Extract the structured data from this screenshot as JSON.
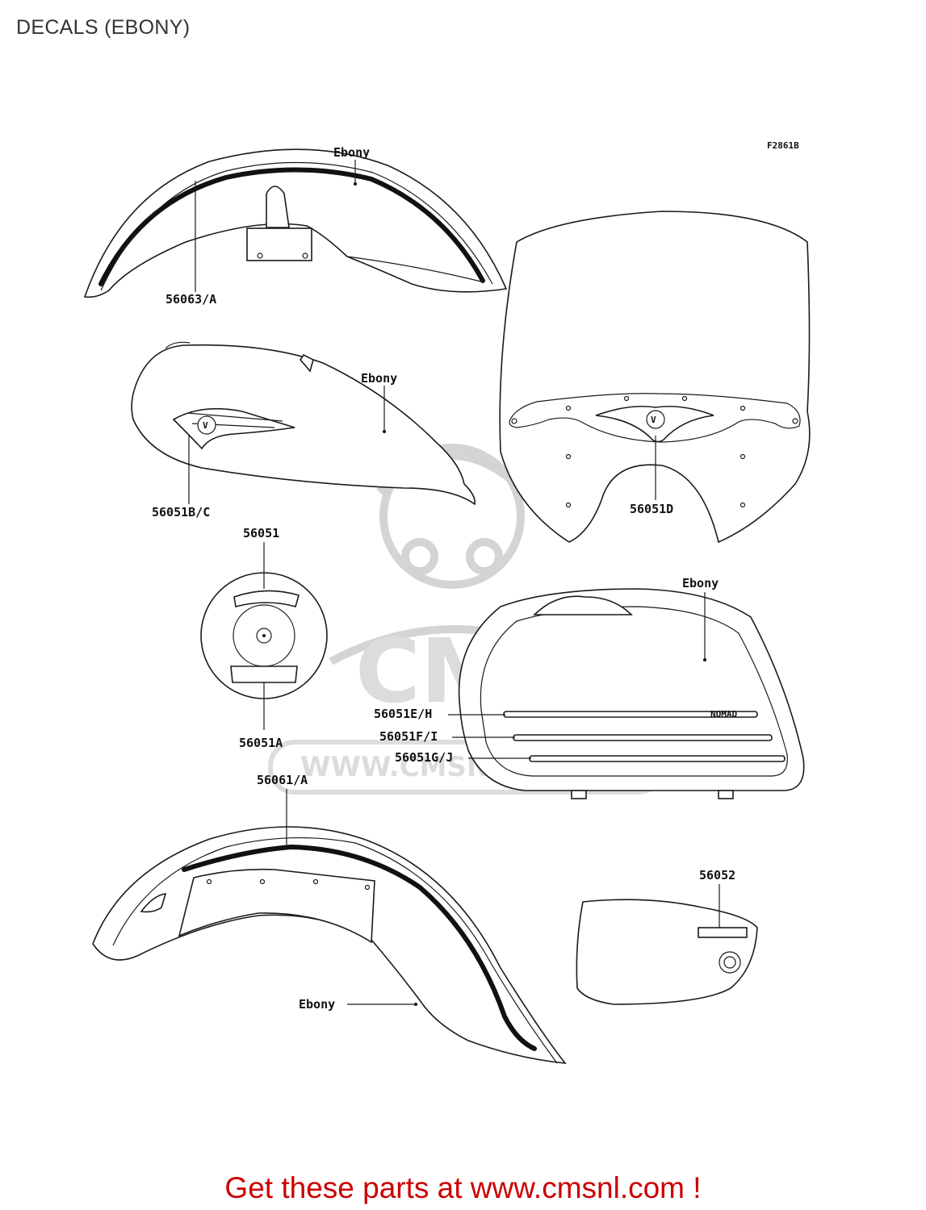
{
  "title": "DECALS (EBONY)",
  "figure_code": "F2861B",
  "labels": {
    "front_fender_color": "Ebony",
    "front_fender_part": "56063/A",
    "tank_color": "Ebony",
    "tank_part": "56051B/C",
    "windshield_part": "56051D",
    "emblem_top_part": "56051",
    "emblem_bottom_part": "56051A",
    "saddlebag_color": "Ebony",
    "saddlebag_stripe_1": "56051E/H",
    "saddlebag_stripe_2": "56051F/I",
    "saddlebag_stripe_3": "56051G/J",
    "saddlebag_nomad": "NOMAD",
    "rear_fender_part": "56061/A",
    "rear_fender_color": "Ebony",
    "side_cover_part": "56052"
  },
  "watermark": {
    "logo_text": "CMS",
    "url_text": "WWW.CMSNL.COM"
  },
  "footer": "Get these parts at www.cmsnl.com !"
}
